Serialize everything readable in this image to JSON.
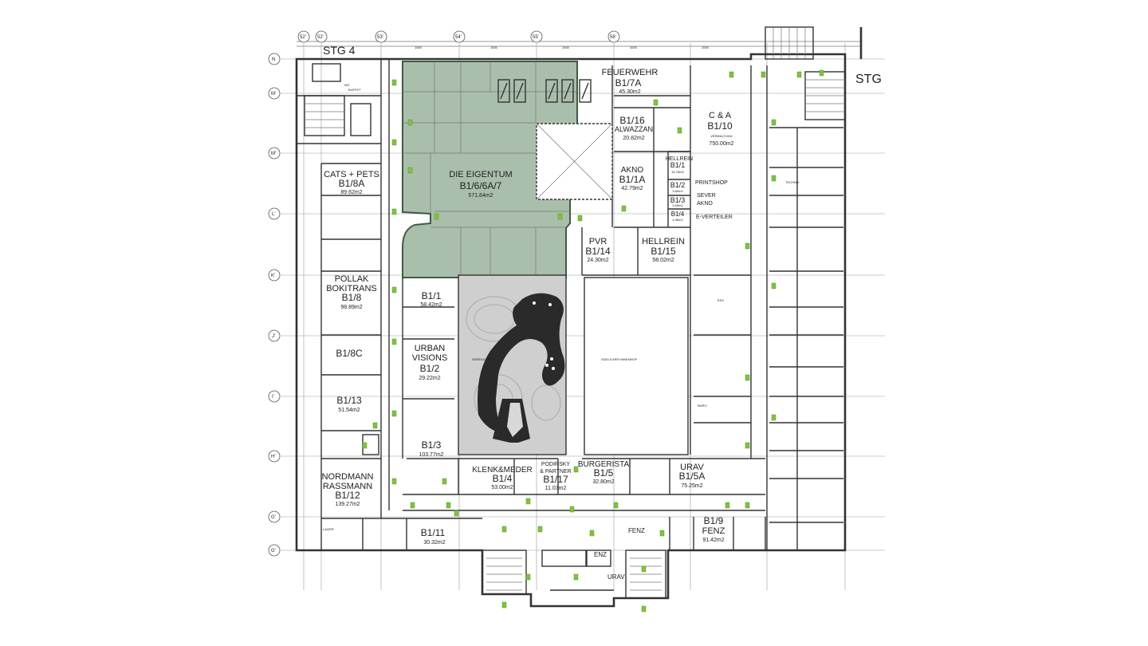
{
  "plan": {
    "stair_left": "STG 4",
    "stair_right": "STG",
    "grid_top": [
      "52'",
      "52'",
      "53'",
      "54'",
      "55'",
      "56'"
    ],
    "grid_left": [
      "N",
      "M'",
      "M'",
      "L'",
      "K'",
      "J'",
      "I'",
      "H'",
      "G'",
      "G'"
    ],
    "dim_top": [
      "1000",
      "1000",
      "1000",
      "1000",
      "1000"
    ],
    "small_labels": [
      "WC",
      "BUFFET",
      "LAGER",
      "BÜRO",
      "EDV",
      "TECHNIK"
    ],
    "rooms": [
      {
        "key": "eigentum",
        "name": "DIE EIGENTUM",
        "id": "B1/6/6A/7",
        "area": "571.84m2"
      },
      {
        "key": "feuerwehr",
        "name": "FEUERWEHR",
        "id": "B1/7A",
        "area": "45.30m2"
      },
      {
        "key": "ca",
        "name": "C & A",
        "id": "B1/10",
        "area": "750.00m2",
        "note": "VERWALTUNG"
      },
      {
        "key": "alwazzan",
        "name": "ALWAZZAN",
        "id": "B1/16",
        "area": "20.82m2"
      },
      {
        "key": "akno",
        "name": "AKNO",
        "id": "B1/1A",
        "area": "42.79m2"
      },
      {
        "key": "hellrein_small",
        "name": "HELLREIN",
        "id": "B1/1",
        "area": "15.76m2"
      },
      {
        "key": "b12",
        "id": "B1/2",
        "area": "3.84m2"
      },
      {
        "key": "b13",
        "id": "B1/3",
        "area": "3.95m2"
      },
      {
        "key": "b14",
        "id": "B1/4",
        "area": "4.38m2"
      },
      {
        "key": "printshop",
        "name": "PRINTSHOP"
      },
      {
        "key": "sever",
        "name": "SEVER",
        "name2": "AKNO"
      },
      {
        "key": "everteiler",
        "name": "E-VERTEILER"
      },
      {
        "key": "cats",
        "name": "CATS + PETS",
        "id": "B1/8A",
        "area": "89.62m2"
      },
      {
        "key": "pvr",
        "name": "PVR",
        "id": "B1/14",
        "area": "24.30m2"
      },
      {
        "key": "hellrein",
        "name": "HELLREIN",
        "id": "B1/15",
        "area": "58.02m2"
      },
      {
        "key": "pollak",
        "name": "POLLAK",
        "name2": "BOKITRANS",
        "id": "B1/8",
        "area": "98.89m2"
      },
      {
        "key": "b1_1",
        "id": "B1/1",
        "area": "58.42m2"
      },
      {
        "key": "urban",
        "name": "URBAN",
        "name2": "VISIONS",
        "id": "B1/2",
        "area": "29.22m2"
      },
      {
        "key": "b18c",
        "id": "B1/8C"
      },
      {
        "key": "b113",
        "id": "B1/13",
        "area": "51.54m2"
      },
      {
        "key": "b1_3",
        "id": "B1/3",
        "area": "103.77m2"
      },
      {
        "key": "nordmann",
        "name": "NORDMANN",
        "name2": "RASSMANN",
        "id": "B1/12",
        "area": "139.27m2"
      },
      {
        "key": "klenk",
        "name": "KLENK&MEDER",
        "id": "B1/4",
        "area": "53.00m2"
      },
      {
        "key": "podirsky",
        "name": "PODIRSKY",
        "name2": "& PARTNER",
        "id": "B1/17",
        "area": "11.03m2"
      },
      {
        "key": "burgerista",
        "name": "BURGERISTA",
        "id": "B1/5",
        "area": "32.80m2"
      },
      {
        "key": "urav",
        "name": "URAV",
        "id": "B1/5A",
        "area": "75.25m2"
      },
      {
        "key": "b111",
        "id": "B1/11",
        "area": "30.32m2"
      },
      {
        "key": "b19",
        "id": "B1/9",
        "name": "FENZ",
        "area": "91.42m2"
      },
      {
        "key": "fenz_small",
        "name": "FENZ"
      },
      {
        "key": "enz",
        "name": "ENZ"
      },
      {
        "key": "urav_small",
        "name": "URAV"
      }
    ],
    "courtyard_north": "NÖRDLICHER",
    "courtyard_south": "SÜDLICHER INNENHOF",
    "colors": {
      "highlight": "#a9bfac",
      "highlight_stroke": "#3f5a44",
      "marker": "#7fc241",
      "courtyard": "#cfcfcf",
      "path": "#2a2a2a"
    }
  }
}
